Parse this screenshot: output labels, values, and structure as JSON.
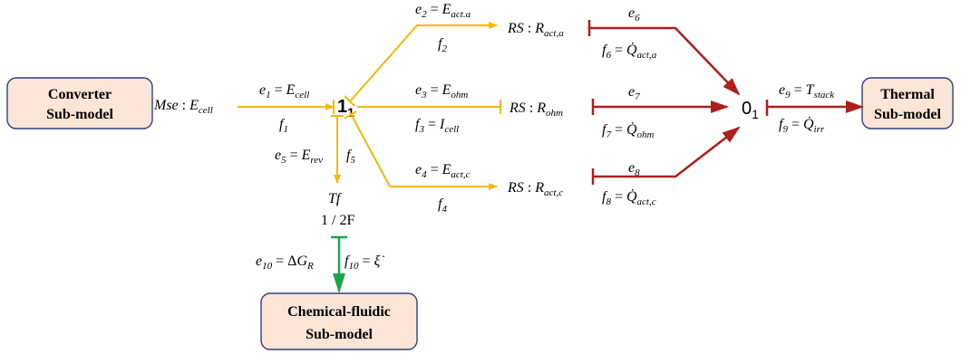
{
  "boxes": {
    "converter": [
      "Converter",
      "Sub-model"
    ],
    "thermal": [
      "Thermal",
      "Sub-model"
    ],
    "chemical": [
      "Chemical-fluidic",
      "Sub-model"
    ]
  },
  "source": "Mse : E_cell",
  "junction1": "1",
  "junction1_sub": "1",
  "junction0": "0",
  "junction0_sub": "1",
  "resistors": {
    "act_a": "RS : R_act,a",
    "ohm": "RS : R_ohm",
    "act_c": "RS : R_act,c"
  },
  "transformer": {
    "name": "Tf",
    "ratio": "1 / 2F"
  },
  "bonds": {
    "e1": "e1 = E_cell",
    "f1": "f1",
    "e2": "e2 = E_act.a",
    "f2": "f2",
    "e3": "e3 = E_ohm",
    "f3": "f3 = I_cell",
    "e4": "e4 = E_act,c",
    "f4": "f4",
    "e5": "e5 = E_rev",
    "f5": "f5",
    "e6": "e6",
    "f6": "f6 = Q̇_act,a",
    "e7": "e7",
    "f7": "f7 = Q̇_ohm",
    "e8": "e8",
    "f8": "f8 = Q̇_act,c",
    "e9": "e9 = T_stack",
    "f9": "f9 = Q̇_irr",
    "e10": "e10 = ΔG_R",
    "f10": "f10 = ξ̇"
  },
  "colors": {
    "electrical": "#f5b800",
    "thermal": "#b01e1e",
    "chemical": "#1aa64a",
    "box_fill": "#fbe5d6",
    "box_stroke": "#2f3f7f"
  }
}
